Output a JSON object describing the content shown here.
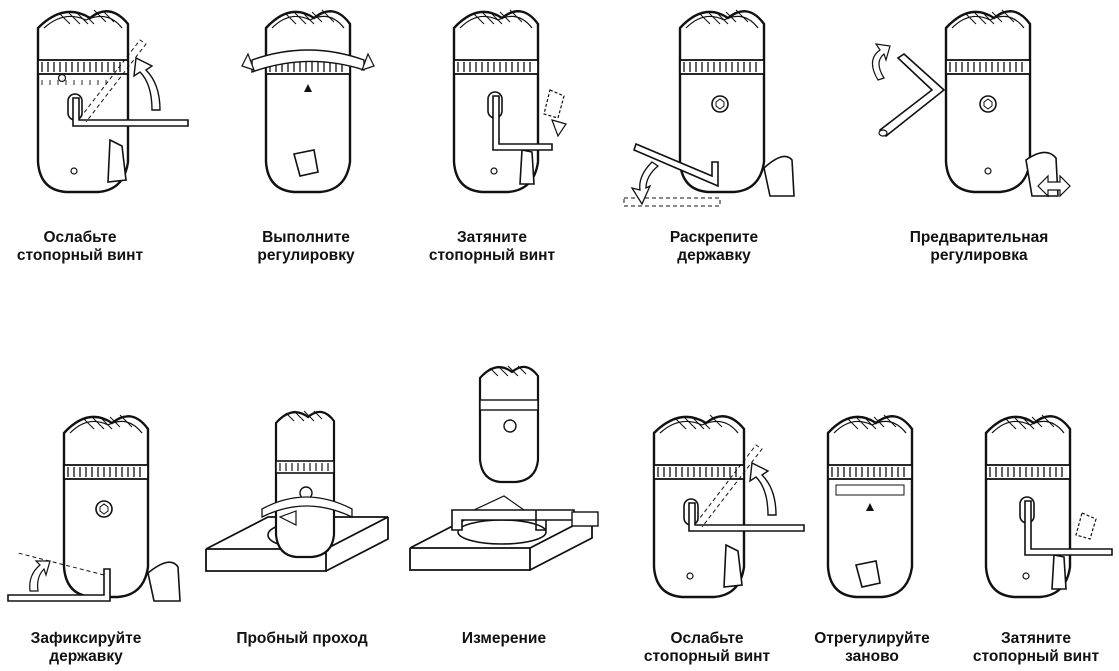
{
  "steps_row1": [
    {
      "line1": "Ослабьте",
      "line2": "стопорный винт"
    },
    {
      "line1": "Выполните",
      "line2": "регулировку"
    },
    {
      "line1": "Затяните",
      "line2": "стопорный винт"
    },
    {
      "line1": "Раскрепите",
      "line2": "державку"
    },
    {
      "line1": "Предварительная",
      "line2": "регулировка"
    }
  ],
  "steps_row2": [
    {
      "line1": "Зафиксируйте",
      "line2": "державку"
    },
    {
      "line1": "Пробный проход",
      "line2": ""
    },
    {
      "line1": "Измерение",
      "line2": ""
    },
    {
      "line1": "Ослабьте",
      "line2": "стопорный винт"
    },
    {
      "line1": "Отрегулируйте",
      "line2": "заново"
    },
    {
      "line1": "Затяните",
      "line2": "стопорный винт"
    }
  ],
  "icons": [
    "boring-head-icon",
    "hex-key-icon",
    "rotation-arrow-icon",
    "caliper-icon",
    "workpiece-icon"
  ]
}
